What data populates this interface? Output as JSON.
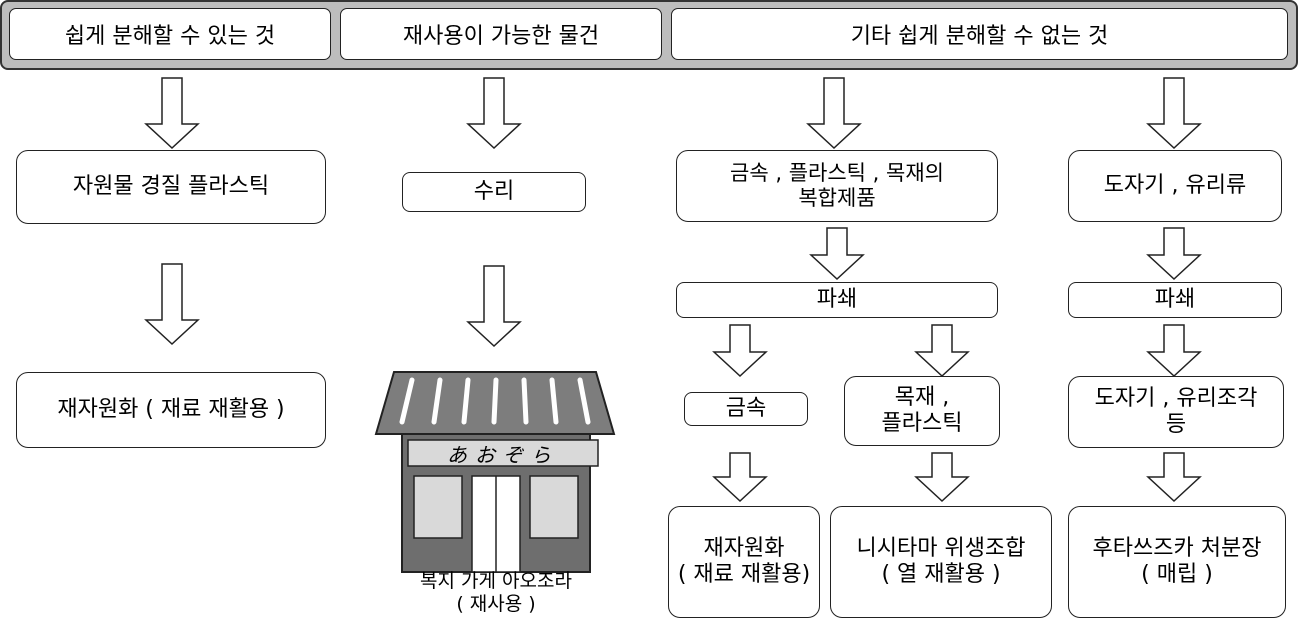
{
  "categories": {
    "easy": "쉽게 분해할 수 있는 것",
    "reusable": "재사용이 가능한 물건",
    "other": "기타 쉽게 분해할 수 없는 것"
  },
  "col1": {
    "step1": "자원물  경질 플라스틱",
    "step2": "재자원화 ( 재료 재활용 )"
  },
  "col2": {
    "step1": "수리",
    "shop_sign": "あおぞら",
    "caption_line1": "복지 가게 아오조라",
    "caption_line2": "( 재사용 )"
  },
  "col3": {
    "step1": "금속 , 플라스틱 , 목재의\n복합제품",
    "crush": "파쇄",
    "metal": "금속",
    "metal_result": "재자원화\n( 재료 재활용)",
    "wood": "목재 ,\n플라스틱",
    "wood_result": "니시타마 위생조합\n( 열 재활용 )"
  },
  "col4": {
    "step1": "도자기 , 유리류",
    "crush": "파쇄",
    "fragments": "도자기 , 유리조각\n등",
    "result": "후타쓰즈카 처분장\n( 매립 )"
  },
  "colors": {
    "header_band": "#bdbdbd",
    "shop_wall": "#6e6e6e",
    "awning": "#7d7d7d",
    "panel": "#d9d9d9"
  }
}
